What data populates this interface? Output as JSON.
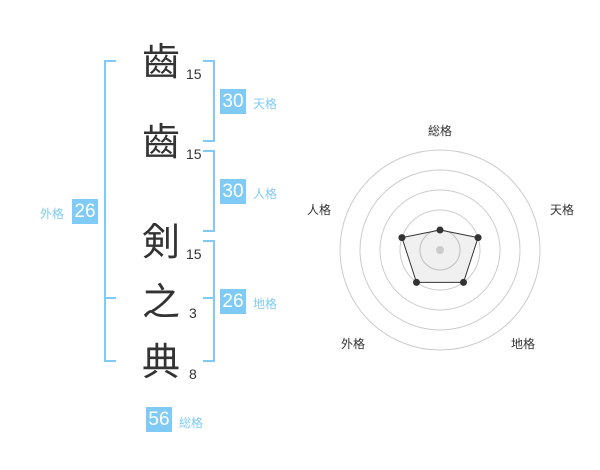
{
  "name": {
    "chars": [
      {
        "char": "齒",
        "strokes": "15"
      },
      {
        "char": "齒",
        "strokes": "15"
      },
      {
        "char": "剣",
        "strokes": "15"
      },
      {
        "char": "之",
        "strokes": "3"
      },
      {
        "char": "典",
        "strokes": "8"
      }
    ]
  },
  "kaku": {
    "tenkaku": {
      "value": "30",
      "label": "天格"
    },
    "jinkaku": {
      "value": "30",
      "label": "人格"
    },
    "chikaku": {
      "value": "26",
      "label": "地格"
    },
    "gaikaku": {
      "value": "26",
      "label": "外格"
    },
    "soukaku": {
      "value": "56",
      "label": "総格"
    }
  },
  "radar": {
    "max": 5,
    "axes": [
      {
        "label": "総格",
        "score": 1
      },
      {
        "label": "天格",
        "score": 2
      },
      {
        "label": "地格",
        "score": 2
      },
      {
        "label": "外格",
        "score": 2
      },
      {
        "label": "人格",
        "score": 2
      }
    ]
  }
}
